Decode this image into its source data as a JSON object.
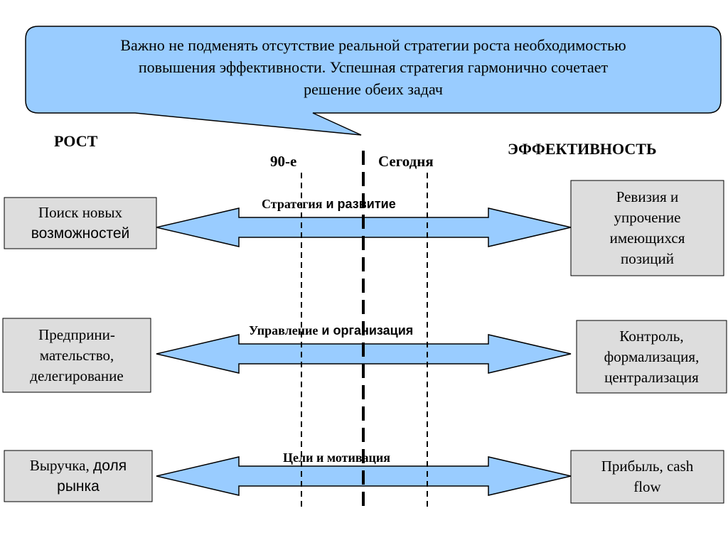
{
  "callout": {
    "line1": "Важно не подменять отсутствие реальной стратегии роста необходимостью",
    "line2": "повышения эффективности. Успешная стратегия гармонично сочетает",
    "line3": "решение обеих задач"
  },
  "headings": {
    "left": "РОСТ",
    "right": "ЭФФЕКТИВНОСТЬ",
    "era_past": "90-е",
    "era_today": "Сегодня"
  },
  "rows": [
    {
      "arrow_label_serif": "Стратегия",
      "arrow_label_sans": " и развитие",
      "left_lines_serif": [
        "Поиск новых"
      ],
      "left_lines_sans": [
        "возможностей"
      ],
      "right_lines": [
        "Ревизия и",
        "упрочение",
        "имеющихся",
        "позиций"
      ]
    },
    {
      "arrow_label_serif": "Управление",
      "arrow_label_sans": " и организация",
      "left_lines": [
        "Предприни-",
        "мательство,",
        "делегирование"
      ],
      "right_lines": [
        "Контроль,",
        "формализация,",
        "централизация"
      ]
    },
    {
      "arrow_label_serif": "Цели и мотивация",
      "left_line1_serif": "Выручка, ",
      "left_line1_sans": "доля",
      "left_line2_sans": "рынка",
      "right_lines": [
        "Прибыль, cash",
        "flow"
      ]
    }
  ],
  "colors": {
    "callout_fill": "#99ccff",
    "arrow_fill": "#99ccff",
    "box_fill": "#dddddd",
    "stroke": "#000000"
  }
}
